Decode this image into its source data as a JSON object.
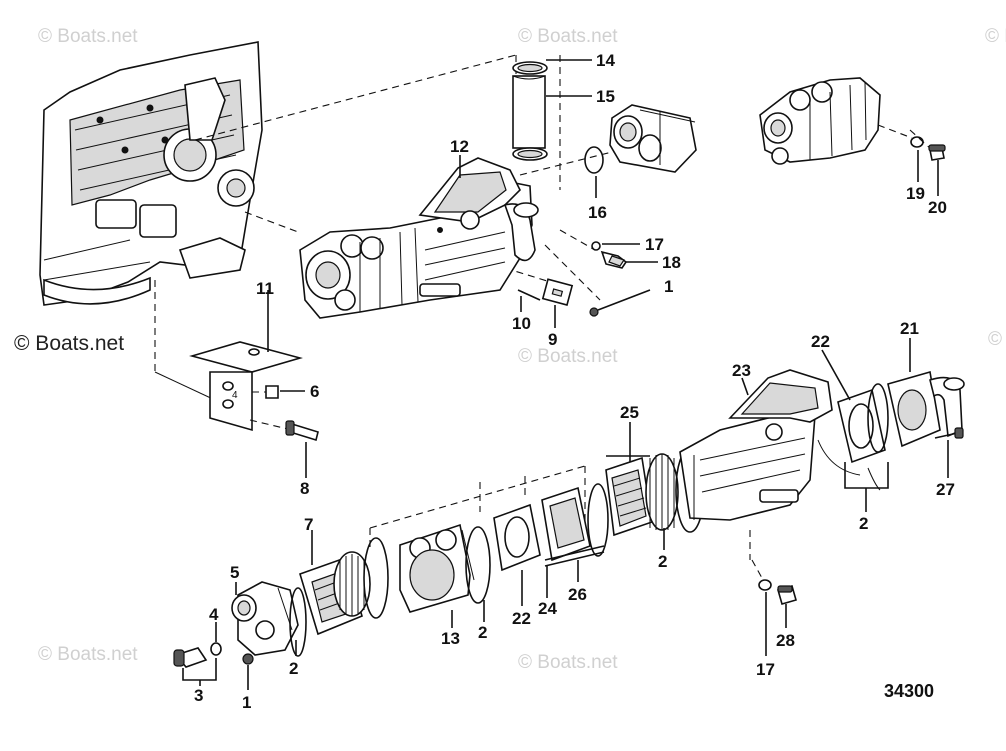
{
  "diagram": {
    "watermarks": [
      "© Boats.net",
      "© Boats.net",
      "© Boats.net",
      "© Boats.net",
      "© Boats.net",
      "© Boats.net",
      "© Boats.net"
    ],
    "watermark_dark": "© Boats.net",
    "part_number": "34300",
    "callouts": {
      "c1a": "1",
      "c1b": "1",
      "c2a": "2",
      "c2b": "2",
      "c2c": "2",
      "c2d": "2",
      "c3": "3",
      "c4": "4",
      "c5": "5",
      "c6": "6",
      "c7": "7",
      "c8": "8",
      "c9": "9",
      "c10": "10",
      "c11": "11",
      "c12": "12",
      "c13": "13",
      "c14": "14",
      "c15": "15",
      "c16": "16",
      "c17a": "17",
      "c17b": "17",
      "c18": "18",
      "c19": "19",
      "c20": "20",
      "c21": "21",
      "c22a": "22",
      "c22b": "22",
      "c23": "23",
      "c24": "24",
      "c25": "25",
      "c26": "26",
      "c27": "27",
      "c28": "28"
    },
    "bracket_mark": "4"
  }
}
